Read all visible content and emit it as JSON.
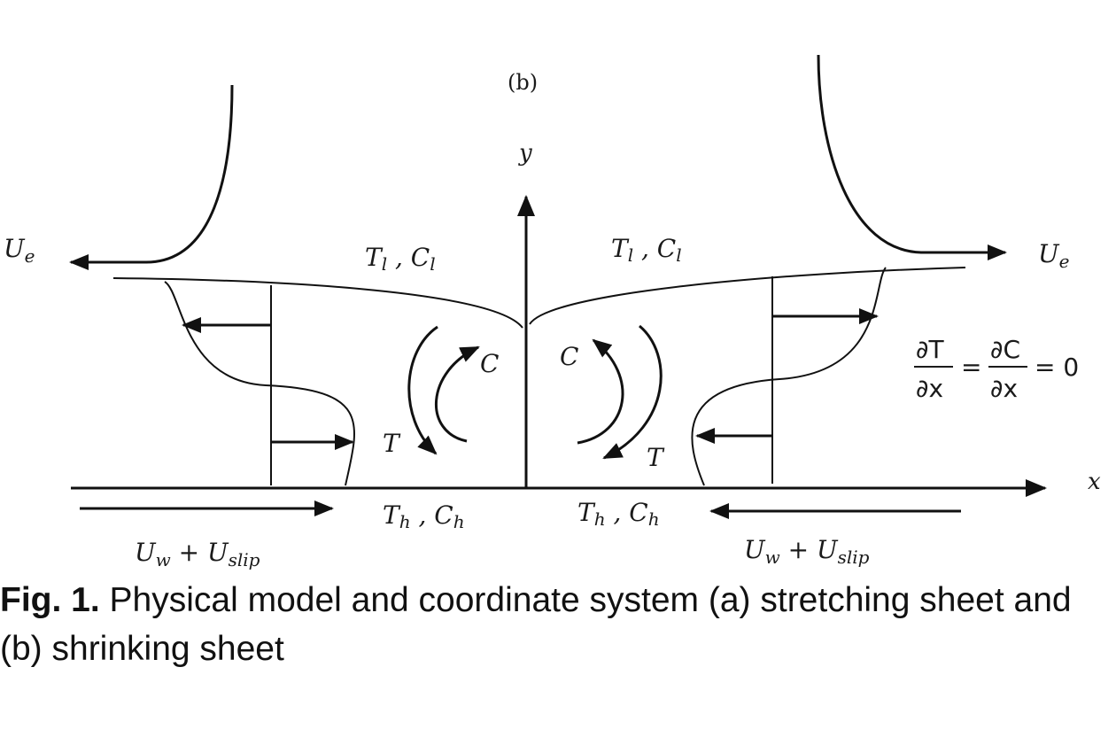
{
  "figure": {
    "panel_label": "(b)",
    "axis_y": "y",
    "axis_x": "x",
    "free_stream_left": {
      "main": "U",
      "sub": "e"
    },
    "free_stream_right": {
      "main": "U",
      "sub": "e"
    },
    "top_left_condition": {
      "t": "T",
      "t_sub": "l",
      "sep": " , ",
      "c": "C",
      "c_sub": "l"
    },
    "top_right_condition": {
      "t": "T",
      "t_sub": "l",
      "sep": " , ",
      "c": "C",
      "c_sub": "l"
    },
    "bottom_left_condition": {
      "t": "T",
      "t_sub": "h",
      "sep": "  , ",
      "c": "C",
      "c_sub": "h"
    },
    "bottom_right_condition": {
      "t": "T",
      "t_sub": "h",
      "sep": " , ",
      "c": "C",
      "c_sub": "h"
    },
    "left_vortex": {
      "c": "C",
      "t": "T"
    },
    "right_vortex": {
      "c": "C",
      "t": "T"
    },
    "wall_velocity_left": {
      "u": "U",
      "w_sub": "w",
      "plus": " + ",
      "u2": "U",
      "slip_sub": "slip"
    },
    "wall_velocity_right": {
      "u": "U",
      "w_sub": "w",
      "plus": " + ",
      "u2": "U",
      "slip_sub": "slip"
    },
    "boundary_condition": {
      "lhs_num": "∂T",
      "lhs_den": "∂x",
      "eq": "=",
      "rhs_num": "∂C",
      "rhs_den": "∂x",
      "tail": "= 0"
    }
  },
  "caption": {
    "label": "Fig. 1.",
    "text": " Physical model and coordinate system (a) stretching sheet and (b) shrinking sheet"
  }
}
